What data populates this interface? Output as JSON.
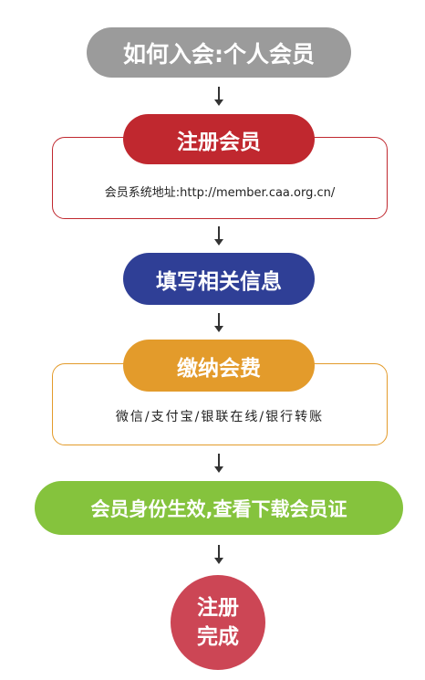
{
  "flow": {
    "title": "如何入会:个人会员",
    "step1": {
      "label": "注册会员",
      "detail": "会员系统地址:http://member.caa.org.cn/"
    },
    "step2": {
      "label": "填写相关信息"
    },
    "step3": {
      "label": "缴纳会费",
      "detail": "微信/支付宝/银联在线/银行转账"
    },
    "step4": {
      "label": "会员身份生效,查看下载会员证"
    },
    "final": {
      "line1": "注册",
      "line2": "完成"
    }
  },
  "colors": {
    "title": "#9b9b9b",
    "register": "#c0282f",
    "info": "#2f3f96",
    "fee": "#e39b2b",
    "effective": "#85c33d",
    "complete": "#cc4655"
  }
}
